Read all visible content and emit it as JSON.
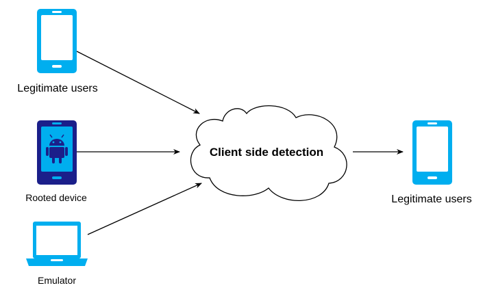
{
  "colors": {
    "device_blue": "#00AEEF",
    "rooted_navy": "#1B1F8A",
    "android_green": "#ffffff",
    "arrow": "#000000",
    "cloud_stroke": "#000000",
    "cloud_fill": "#ffffff"
  },
  "nodes": {
    "legit_source": {
      "label": "Legitimate users",
      "icon": "smartphone-icon"
    },
    "rooted": {
      "label": "Rooted device",
      "icon": "android-phone-icon"
    },
    "emulator": {
      "label": "Emulator",
      "icon": "laptop-icon"
    },
    "detection": {
      "label": "Client side detection",
      "shape": "cloud"
    },
    "legit_result": {
      "label": "Legitimate users",
      "icon": "smartphone-icon"
    }
  },
  "edges": [
    {
      "from": "legit_source",
      "to": "detection"
    },
    {
      "from": "rooted",
      "to": "detection"
    },
    {
      "from": "emulator",
      "to": "detection"
    },
    {
      "from": "detection",
      "to": "legit_result"
    }
  ]
}
